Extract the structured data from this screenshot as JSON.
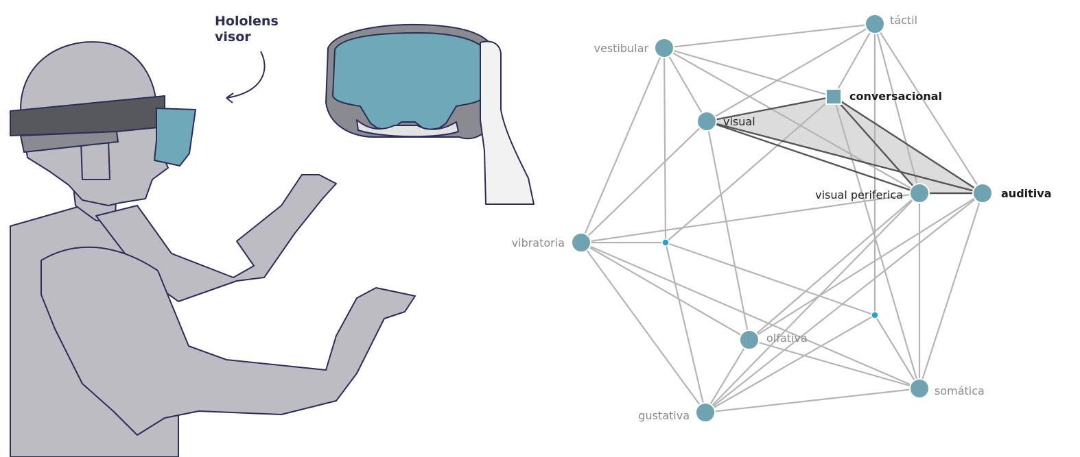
{
  "illustration": {
    "annotation_line1": "Hololens",
    "annotation_line2": "visor",
    "colors": {
      "body_fill": "#bdbcc3",
      "outline": "#2b2c5a",
      "visor": "#6fa8b6",
      "band_dark": "#57585e",
      "band_light": "#8a8b91"
    }
  },
  "network": {
    "colors": {
      "node": "#6fa3b1",
      "node_border": "#ffffff",
      "edge": "#b5b5b5",
      "edge_dark": "#555555",
      "highlight_fill": "#dcdcdc",
      "junction": "#1aa3dc"
    },
    "nodes": [
      {
        "id": "tactil",
        "label": "táctil",
        "style": "plain",
        "shape": "circle"
      },
      {
        "id": "vestibular",
        "label": "vestibular",
        "style": "plain",
        "shape": "circle"
      },
      {
        "id": "conversacional",
        "label": "conversacional",
        "style": "bold",
        "shape": "square"
      },
      {
        "id": "visual",
        "label": "visual",
        "style": "mid",
        "shape": "circle"
      },
      {
        "id": "visual_periferica",
        "label": "visual periferica",
        "style": "mid",
        "shape": "circle"
      },
      {
        "id": "auditiva",
        "label": "auditiva",
        "style": "bold",
        "shape": "circle"
      },
      {
        "id": "vibratoria",
        "label": "vibratoria",
        "style": "plain",
        "shape": "circle"
      },
      {
        "id": "olfativa",
        "label": "olfativa",
        "style": "plain",
        "shape": "circle"
      },
      {
        "id": "somatica",
        "label": "somática",
        "style": "plain",
        "shape": "circle"
      },
      {
        "id": "gustativa",
        "label": "gustativa",
        "style": "plain",
        "shape": "circle"
      },
      {
        "id": "j1",
        "label": "",
        "style": "junction",
        "shape": "dot"
      },
      {
        "id": "j2",
        "label": "",
        "style": "junction",
        "shape": "dot"
      }
    ],
    "edges": [
      [
        "vestibular",
        "tactil"
      ],
      [
        "vestibular",
        "conversacional"
      ],
      [
        "vestibular",
        "visual"
      ],
      [
        "vestibular",
        "vibratoria"
      ],
      [
        "vestibular",
        "j1"
      ],
      [
        "vestibular",
        "visual_periferica"
      ],
      [
        "tactil",
        "conversacional"
      ],
      [
        "tactil",
        "visual"
      ],
      [
        "tactil",
        "visual_periferica"
      ],
      [
        "tactil",
        "auditiva"
      ],
      [
        "tactil",
        "j2"
      ],
      [
        "visual",
        "vibratoria"
      ],
      [
        "visual",
        "olfativa"
      ],
      [
        "conversacional",
        "j1"
      ],
      [
        "conversacional",
        "somatica"
      ],
      [
        "vibratoria",
        "j1"
      ],
      [
        "vibratoria",
        "olfativa"
      ],
      [
        "vibratoria",
        "gustativa"
      ],
      [
        "vibratoria",
        "visual_periferica"
      ],
      [
        "vibratoria",
        "somatica"
      ],
      [
        "j1",
        "gustativa"
      ],
      [
        "j1",
        "j2"
      ],
      [
        "visual_periferica",
        "olfativa"
      ],
      [
        "visual_periferica",
        "gustativa"
      ],
      [
        "visual_periferica",
        "somatica"
      ],
      [
        "auditiva",
        "olfativa"
      ],
      [
        "auditiva",
        "somatica"
      ],
      [
        "auditiva",
        "gustativa"
      ],
      [
        "olfativa",
        "gustativa"
      ],
      [
        "olfativa",
        "somatica"
      ],
      [
        "gustativa",
        "somatica"
      ],
      [
        "gustativa",
        "j2"
      ],
      [
        "j2",
        "somatica"
      ]
    ],
    "highlight_triangles": [
      [
        "visual",
        "conversacional",
        "auditiva"
      ],
      [
        "conversacional",
        "visual_periferica",
        "auditiva"
      ]
    ],
    "highlight_edges": [
      [
        "visual",
        "conversacional"
      ],
      [
        "visual",
        "visual_periferica"
      ],
      [
        "visual",
        "auditiva"
      ],
      [
        "conversacional",
        "visual_periferica"
      ],
      [
        "conversacional",
        "auditiva"
      ],
      [
        "visual_periferica",
        "auditiva"
      ]
    ]
  }
}
